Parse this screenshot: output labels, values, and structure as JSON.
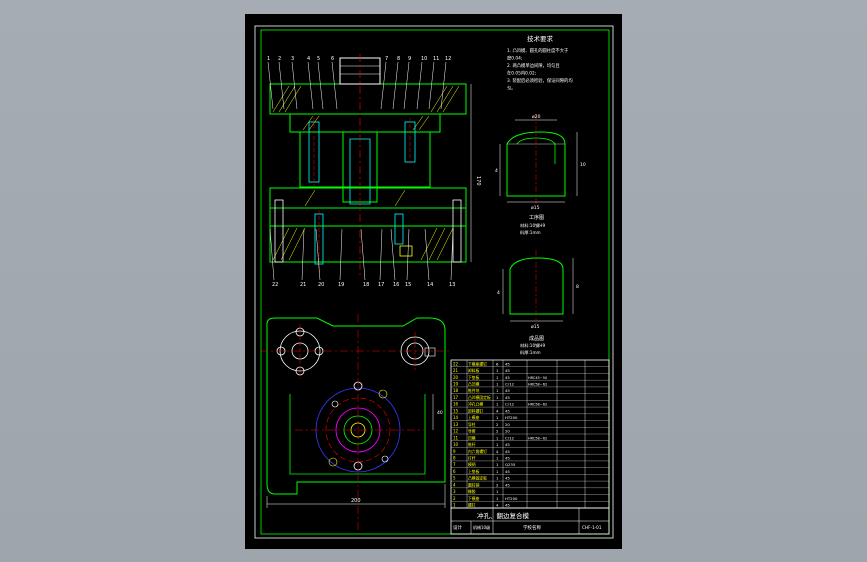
{
  "tech_requirements": {
    "title": "技术要求",
    "items": [
      "1. 凸凹模、圆孔的圆柱度不大于",
      "度0.04;",
      "2. 两凸模单边间隙，均匀且",
      "在0.05内0.02;",
      "3. 装配后必须检验，保证间隙的均",
      "匀。"
    ]
  },
  "part_numbers_top": [
    "1",
    "2",
    "3",
    "4",
    "5",
    "6",
    "7",
    "8",
    "9",
    "10",
    "11",
    "12"
  ],
  "part_numbers_bottom": [
    "22",
    "21",
    "20",
    "19",
    "18",
    "17",
    "16",
    "15",
    "14",
    "13"
  ],
  "part_drawing_1": {
    "dim_top": "ø20",
    "dim_bottom": "ø15",
    "dim_left": "4",
    "dim_right": "10",
    "caption": "工序图",
    "material": "材料:10钢H9",
    "thickness": "料厚:1mm"
  },
  "part_drawing_2": {
    "dim_bottom": "ø15",
    "dim_left": "4",
    "dim_right": "8",
    "caption": "成品图",
    "material": "材料:10钢H9",
    "thickness": "料厚:1mm"
  },
  "dims": {
    "height_label": "170",
    "width_label": "200",
    "side_label": "40"
  },
  "title_block": {
    "title": "冲孔、翻边复合模",
    "school_label": "学校名称",
    "drawing_no": "CHF-1-01",
    "student_label": "设计",
    "class_label": "机械10级"
  },
  "bom_rows": [
    [
      "22",
      "下模座螺钉",
      "6",
      "45",
      "",
      ""
    ],
    [
      "21",
      "卸料板",
      "1",
      "45",
      "",
      ""
    ],
    [
      "20",
      "下垫板",
      "1",
      "45",
      "HRC45~50",
      ""
    ],
    [
      "19",
      "凸凹模",
      "1",
      "Cr12",
      "HRC58~62",
      ""
    ],
    [
      "18",
      "推件块",
      "1",
      "45",
      "",
      ""
    ],
    [
      "17",
      "凸凹模固定板",
      "1",
      "45",
      "",
      ""
    ],
    [
      "16",
      "冲孔凸模",
      "1",
      "Cr12",
      "HRC58~62",
      ""
    ],
    [
      "15",
      "卸料螺钉",
      "4",
      "45",
      "",
      ""
    ],
    [
      "14",
      "上模座",
      "1",
      "HT200",
      "",
      ""
    ],
    [
      "13",
      "导柱",
      "2",
      "20",
      "",
      ""
    ],
    [
      "12",
      "导套",
      "2",
      "20",
      "",
      ""
    ],
    [
      "11",
      "凹模",
      "1",
      "Cr12",
      "HRC58~62",
      ""
    ],
    [
      "10",
      "推杆",
      "1",
      "45",
      "",
      ""
    ],
    [
      "9",
      "内六角螺钉",
      "4",
      "45",
      "",
      ""
    ],
    [
      "8",
      "打杆",
      "1",
      "45",
      "",
      ""
    ],
    [
      "7",
      "模柄",
      "1",
      "Q235",
      "",
      ""
    ],
    [
      "6",
      "上垫板",
      "1",
      "45",
      "",
      ""
    ],
    [
      "5",
      "凸模固定板",
      "1",
      "45",
      "",
      ""
    ],
    [
      "4",
      "圆柱销",
      "2",
      "45",
      "",
      ""
    ],
    [
      "3",
      "橡胶",
      "1",
      "",
      "",
      ""
    ],
    [
      "2",
      "下模座",
      "1",
      "HT200",
      "",
      ""
    ],
    [
      "1",
      "螺钉",
      "4",
      "45",
      "",
      ""
    ]
  ],
  "colors": {
    "outline": "#ffffff",
    "green": "#00ff00",
    "yellow": "#ffff00",
    "red": "#ff0000",
    "blue": "#3a3aff",
    "cyan": "#00ffff",
    "magenta": "#ff00ff"
  }
}
